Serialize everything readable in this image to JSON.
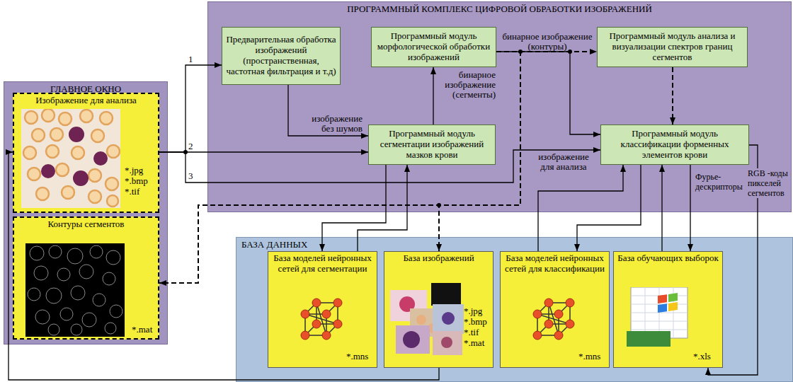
{
  "diagram": {
    "nodes": [
      {
        "text": [
          "ГЛАВНОЕ ОКНО"
        ]
      },
      {
        "text": [
          "Изображение для анализа",
          "*.jpg *.bmp *.tif"
        ],
        "in": 0
      },
      {
        "text": [
          "Контуры сегментов",
          "*.mat"
        ],
        "in": 0
      },
      {
        "text": [
          "ПРОГРАММНЫЙ КОМПЛЕКС ЦИФРОВОЙ ОБРАБОТКИ ИЗОБРАЖЕНИЙ"
        ]
      },
      {
        "text": [
          "Предварительная обработка изображений (пространственная, частотная фильтрация и т.д)"
        ],
        "in": 3
      },
      {
        "text": [
          "Программный модуль морфологической обработки изображений"
        ],
        "in": 3
      },
      {
        "text": [
          "Программный модуль анализа и визуализации спектров границ сегментов"
        ],
        "in": 3
      },
      {
        "text": [
          "Программный модуль сегментации изображений мазков крови"
        ],
        "in": 3
      },
      {
        "text": [
          "Программный модуль классификации форменных элементов крови"
        ],
        "in": 3
      },
      {
        "text": [
          "БАЗА ДАННЫХ"
        ]
      },
      {
        "text": [
          "База моделей нейронных сетей для сегментации",
          "*.mns"
        ],
        "in": 9
      },
      {
        "text": [
          "База изображений",
          "*.jpg *.bmp *.tif *.mat"
        ],
        "in": 9
      },
      {
        "text": [
          "База моделей нейронных сетей для классификации",
          "*.mns"
        ],
        "in": 9
      },
      {
        "text": [
          "База обучающих выборок",
          "*.xls"
        ],
        "in": 9
      }
    ],
    "edges": [
      {
        "from": 1,
        "to": 4,
        "arrow": "to",
        "label": "1"
      },
      {
        "from": 1,
        "to": 7,
        "arrow": "to",
        "label": "2"
      },
      {
        "from": 1,
        "to": 8,
        "arrow": "to",
        "label": "3"
      },
      {
        "from": 4,
        "to": 7,
        "arrow": "to",
        "label": "изображение без шумов"
      },
      {
        "from": 7,
        "to": 5,
        "arrow": "to",
        "label": "бинарное изображение (сегменты)"
      },
      {
        "from": 5,
        "to": 6,
        "arrow": "to",
        "label": "бинарное изображение (контуры)"
      },
      {
        "from": 5,
        "to": 8,
        "arrow": "to"
      },
      {
        "from": 6,
        "to": 8,
        "arrow": "to"
      },
      {
        "from": 5,
        "to": 2,
        "arrow": "to"
      },
      {
        "from": 5,
        "to": 11,
        "arrow": "to"
      },
      {
        "from": 7,
        "to": 10,
        "arrow": "to"
      },
      {
        "from": 10,
        "to": 7,
        "arrow": "to"
      },
      {
        "from": 11,
        "to": 1,
        "arrow": "to"
      },
      {
        "from": 8,
        "to": 12,
        "arrow": "to"
      },
      {
        "from": 12,
        "to": 8,
        "arrow": "to"
      },
      {
        "from": 13,
        "to": 8,
        "arrow": "to"
      },
      {
        "from": 8,
        "to": 13,
        "arrow": "to",
        "label": "Фурье-дескрипторы"
      },
      {
        "from": 8,
        "to": 13,
        "arrow": "to",
        "label": "RGB -коды пикселей сегментов"
      }
    ],
    "labels": [
      "изображение для анализа"
    ]
  }
}
